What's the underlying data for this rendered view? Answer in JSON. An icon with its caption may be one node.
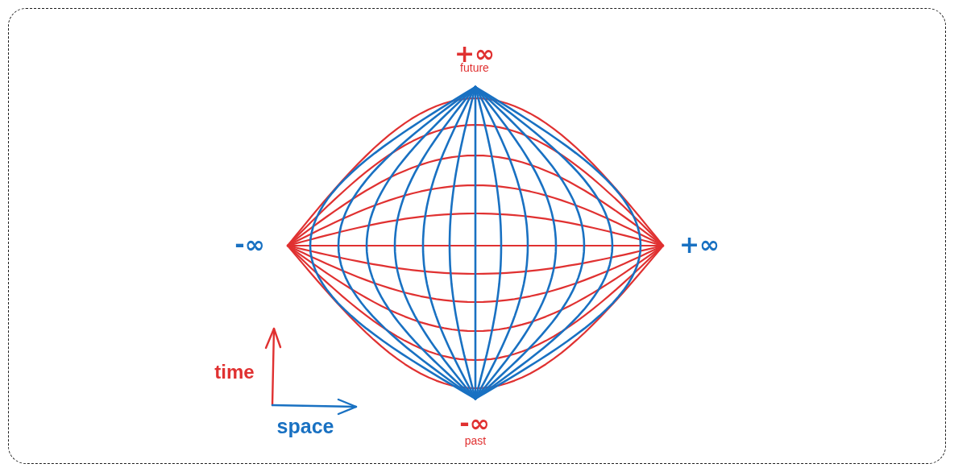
{
  "diagram": {
    "labels": [
      "+∞",
      "future",
      "-∞",
      "+∞",
      "time",
      "-∞",
      "space",
      "past"
    ]
  }
}
